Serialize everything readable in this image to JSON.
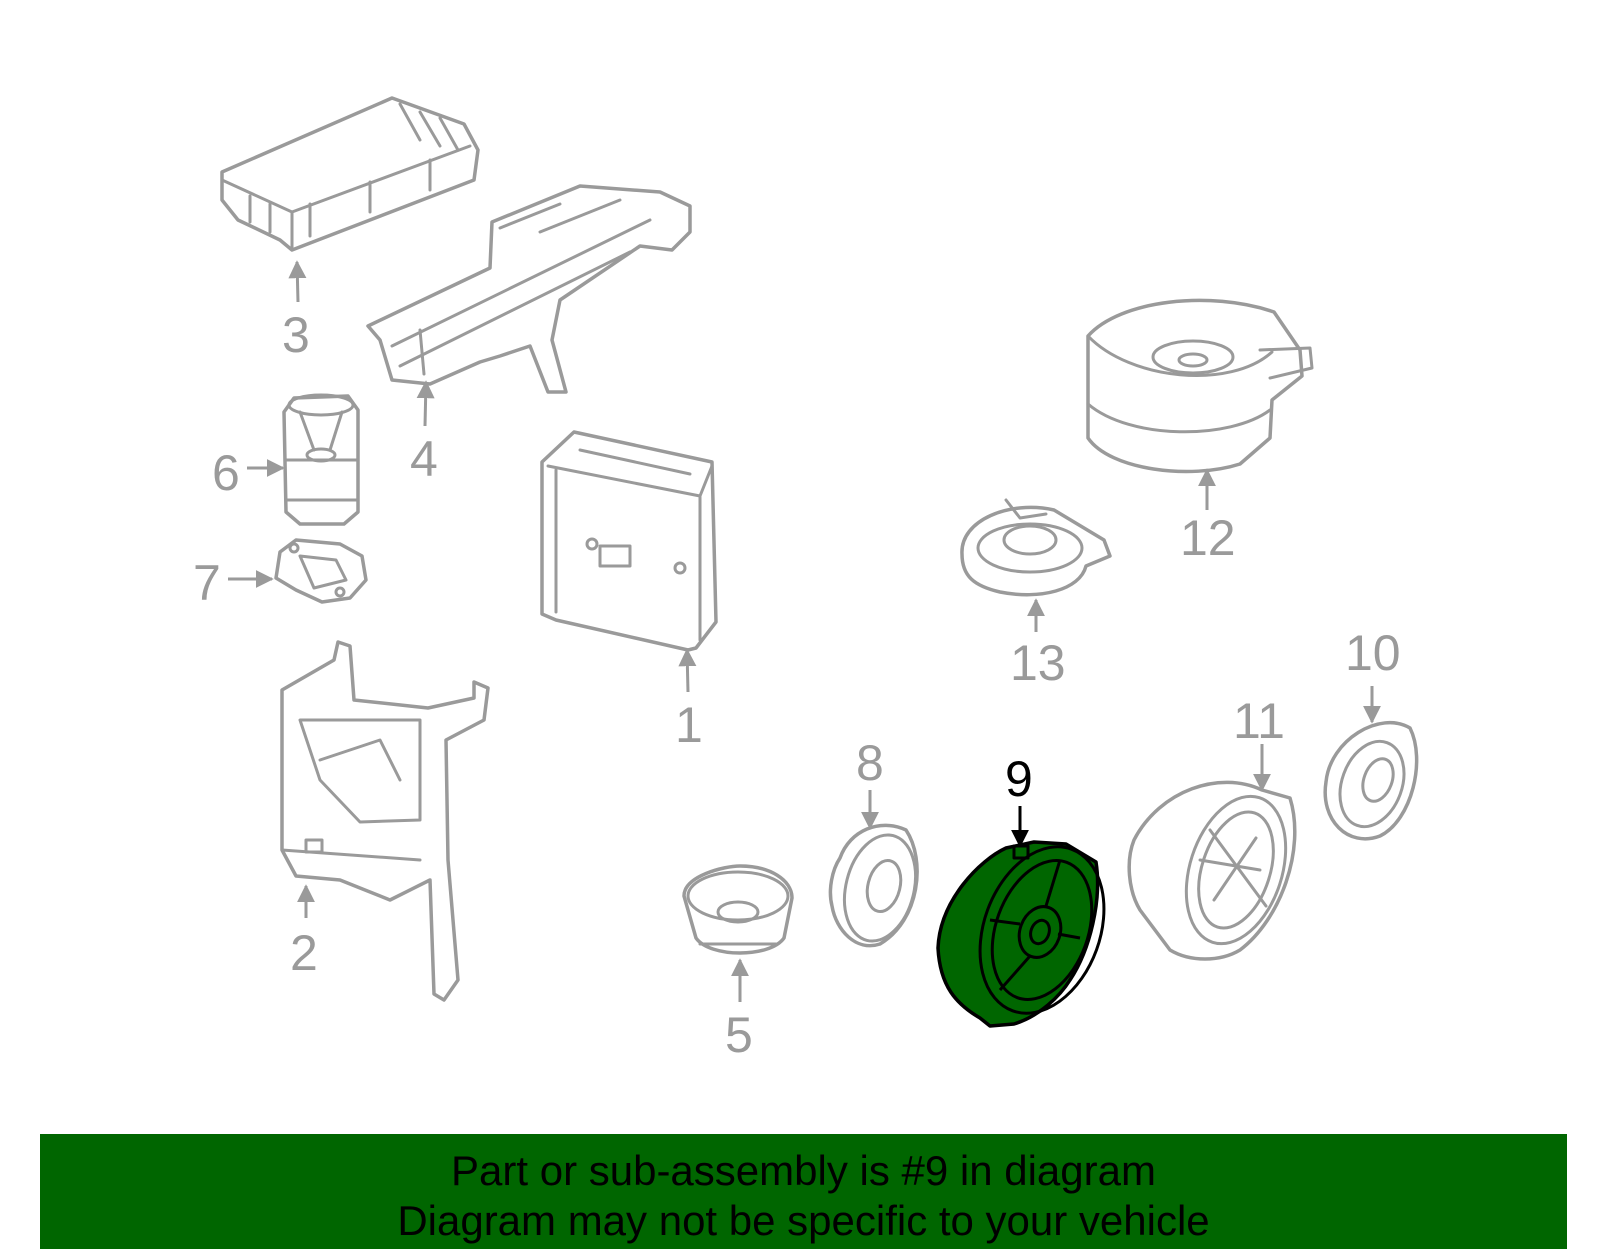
{
  "callouts": {
    "c1": "1",
    "c2": "2",
    "c3": "3",
    "c4": "4",
    "c5": "5",
    "c6": "6",
    "c7": "7",
    "c8": "8",
    "c9": "9",
    "c10": "10",
    "c11": "11",
    "c12": "12",
    "c13": "13"
  },
  "highlight": {
    "part_number": "9",
    "color": "#006600"
  },
  "banner": {
    "line1": "Part or sub-assembly is #9 in diagram",
    "line2": "Diagram may not be specific to your vehicle"
  },
  "colors": {
    "line_art": "#9a9a9a",
    "highlight_fill": "#006600",
    "highlight_outline": "#000000",
    "background": "#ffffff"
  }
}
